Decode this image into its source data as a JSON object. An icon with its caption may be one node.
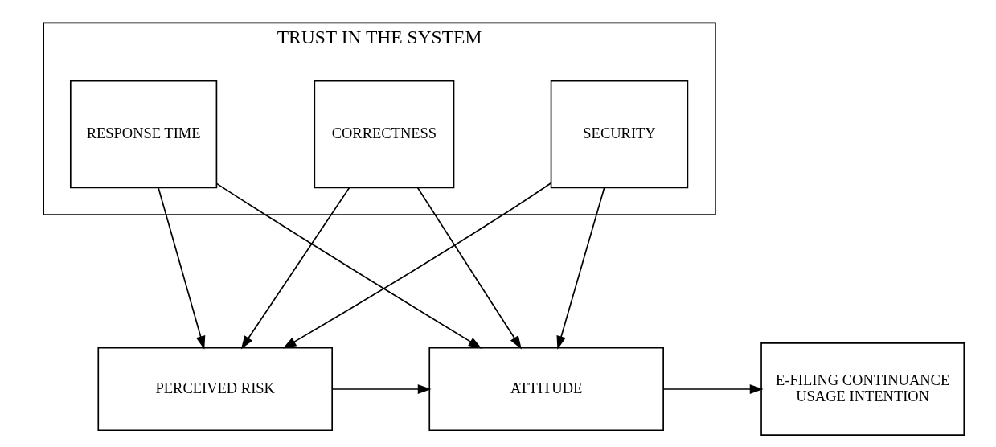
{
  "diagram": {
    "nodes": [
      {
        "text": [
          "TRUST IN THE SYSTEM"
        ]
      },
      {
        "text": [
          "CORRECTNESS"
        ],
        "in": 0
      },
      {
        "text": [
          "RESPONSE TIME"
        ],
        "in": 0
      },
      {
        "text": [
          "SECURITY"
        ],
        "in": 0
      },
      {
        "text": [
          "PERCEIVED RISK"
        ]
      },
      {
        "text": [
          "ATTITUDE"
        ]
      },
      {
        "text": [
          "E-FILING CONTINUANCE USAGE INTENTION"
        ]
      }
    ],
    "edges": [
      {
        "from": 1,
        "to": 4,
        "arrow": "to"
      },
      {
        "from": 1,
        "to": 5,
        "arrow": "to"
      },
      {
        "from": 2,
        "to": 4,
        "arrow": "to"
      },
      {
        "from": 2,
        "to": 5,
        "arrow": "to"
      },
      {
        "from": 3,
        "to": 4,
        "arrow": "to"
      },
      {
        "from": 3,
        "to": 5,
        "arrow": "to"
      },
      {
        "from": 4,
        "to": 5,
        "arrow": "to"
      },
      {
        "from": 5,
        "to": 6,
        "arrow": "to"
      }
    ]
  }
}
